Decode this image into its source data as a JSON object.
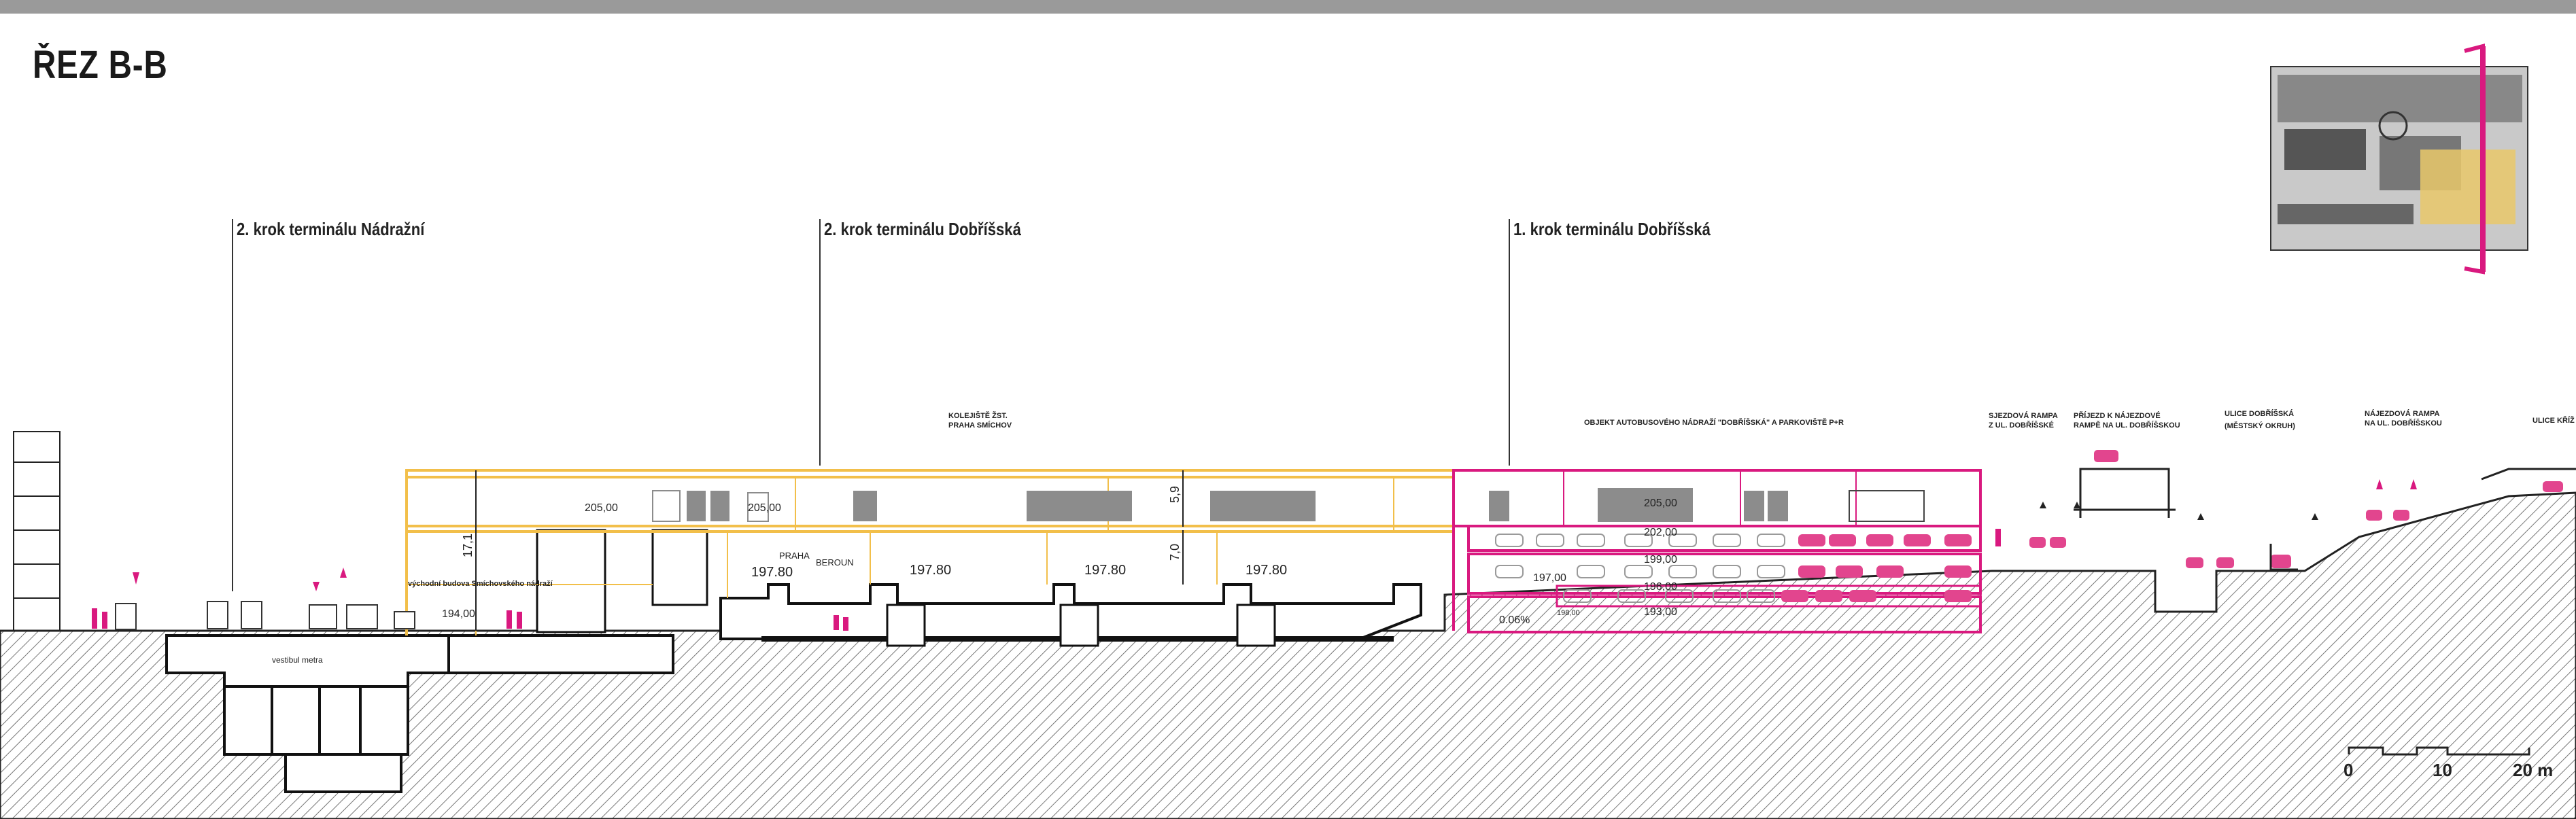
{
  "title": "ŘEZ B-B",
  "stages": [
    {
      "label": "2. krok terminálu Nádražní"
    },
    {
      "label": "2. krok terminálu Dobříšská"
    },
    {
      "label": "1. krok terminálu Dobříšská"
    }
  ],
  "annotations": {
    "kolejiste_1": "KOLEJIŠTĚ ŽST.",
    "kolejiste_2": "PRAHA SMÍCHOV",
    "objekt": "OBJEKT AUTOBUSOVÉHO NÁDRAŽÍ \"DOBŘÍŠSKÁ\" A PARKOVIŠTĚ P+R",
    "sjezdova_1": "SJEZDOVÁ RAMPA",
    "sjezdova_2": "Z UL. DOBŘÍŠSKÉ",
    "prijezd_1": "PŘÍJEZD K NÁJEZDOVÉ",
    "prijezd_2": "RAMPĚ NA UL. DOBŘÍŠSKOU",
    "ulice_dobr_1": "ULICE DOBŘÍŠSKÁ",
    "ulice_dobr_2": "(MĚSTSKÝ OKRUH)",
    "najezdova_1": "NÁJEZDOVÁ RAMPA",
    "najezdova_2": "NA UL. DOBŘÍŠSKOU",
    "ulice_krizi": "ULICE KŘÍŽ",
    "vestibul": "vestibul metra",
    "vychodni": "východní budova Smíchovského nádraží",
    "praha": "PRAHA",
    "beroun": "BEROUN",
    "slope": "0.06%"
  },
  "levels": {
    "l205_left": "205,00",
    "l205_mid": "205,00",
    "l205_right": "205,00",
    "l202": "202,00",
    "l199": "199,00",
    "l197": "197,00",
    "l196": "196,00",
    "l193": "193,00",
    "l194": "194,00",
    "l198": "198,00",
    "plat1": "197.80",
    "plat2": "197.80",
    "plat3": "197.80",
    "plat4": "197.80"
  },
  "dimensions": {
    "d171": "17,1",
    "d59": "5,9",
    "d70": "7,0"
  },
  "scale": {
    "s0": "0",
    "s10": "10",
    "s20": "20 m"
  },
  "colors": {
    "yellow": "#f2bf4a",
    "magenta": "#d9197f",
    "grey": "#7f7f7f",
    "line": "#222222"
  }
}
